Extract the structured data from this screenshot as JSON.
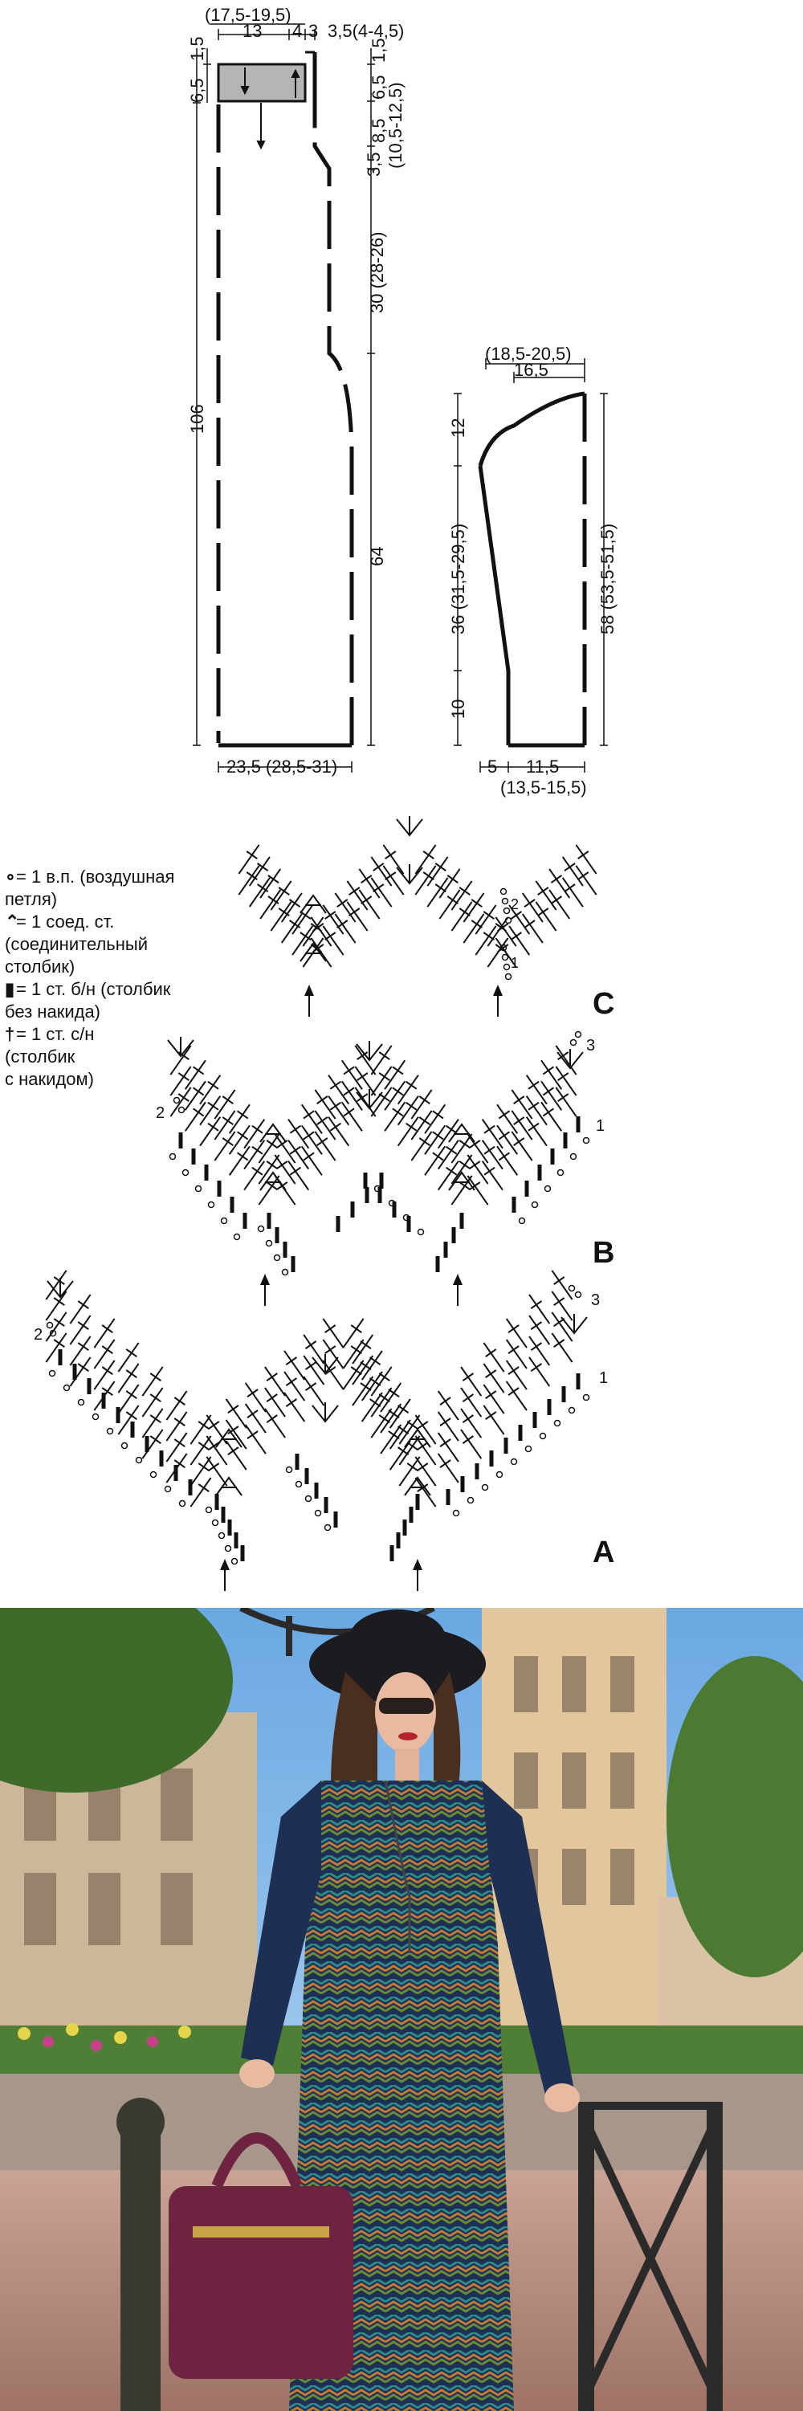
{
  "pattern": {
    "dim_top_width_total": "(17,5-19,5)",
    "dim_13": "13",
    "dim_4": "4",
    "dim_3": "3",
    "dim_shoulder": "3,5(4-4,5)",
    "dim_6_5_left": "6,5",
    "dim_1_5_left": "1,5",
    "dim_1_5_right": "1,5",
    "dim_6_5_right": "6,5",
    "dim_3_5": "3,5",
    "dim_8_5": "8,5",
    "dim_armhole": "(10,5-12,5)",
    "dim_armhole_30": "30 (28-26)",
    "dim_106": "106",
    "dim_64": "64",
    "dim_bottom": "23,5 (28,5-31)"
  },
  "sleeve": {
    "dim_top_total": "(18,5-20,5)",
    "dim_top": "16,5",
    "dim_12": "12",
    "dim_36": "36 (31,5-29,5)",
    "dim_10": "10",
    "dim_58": "58 (53,5-51,5)",
    "dim_bottom_5": "5",
    "dim_bottom_11_5": "11,5",
    "dim_bottom_total": "(13,5-15,5)"
  },
  "legend": [
    {
      "symbol": "∘",
      "text": "= 1 в.п. (воздушная\nпетля)"
    },
    {
      "symbol": "⌃",
      "text": "= 1 соед. ст.\n(соединительный\nстолбик)"
    },
    {
      "symbol": "▮",
      "text": "= 1 ст. б/н (столбик\nбез накида)"
    },
    {
      "symbol": "†",
      "text": "= 1 ст. с/н\n(столбик\nс накидом)"
    }
  ],
  "charts": {
    "label_c": "C",
    "label_b": "B",
    "label_a": "A",
    "row_1": "1",
    "row_2": "2",
    "row_3": "3",
    "c_row_2": "2",
    "c_row_1": "1"
  },
  "colors": {
    "line": "#111111",
    "shoulder_fill": "#b5b5b5",
    "sky": "#7fb6e6",
    "building": "#d8b58a",
    "dress_dark": "#1d2f52",
    "bag": "#6e2340",
    "trees": "#3f6b2a",
    "pavement": "#b98f80"
  }
}
